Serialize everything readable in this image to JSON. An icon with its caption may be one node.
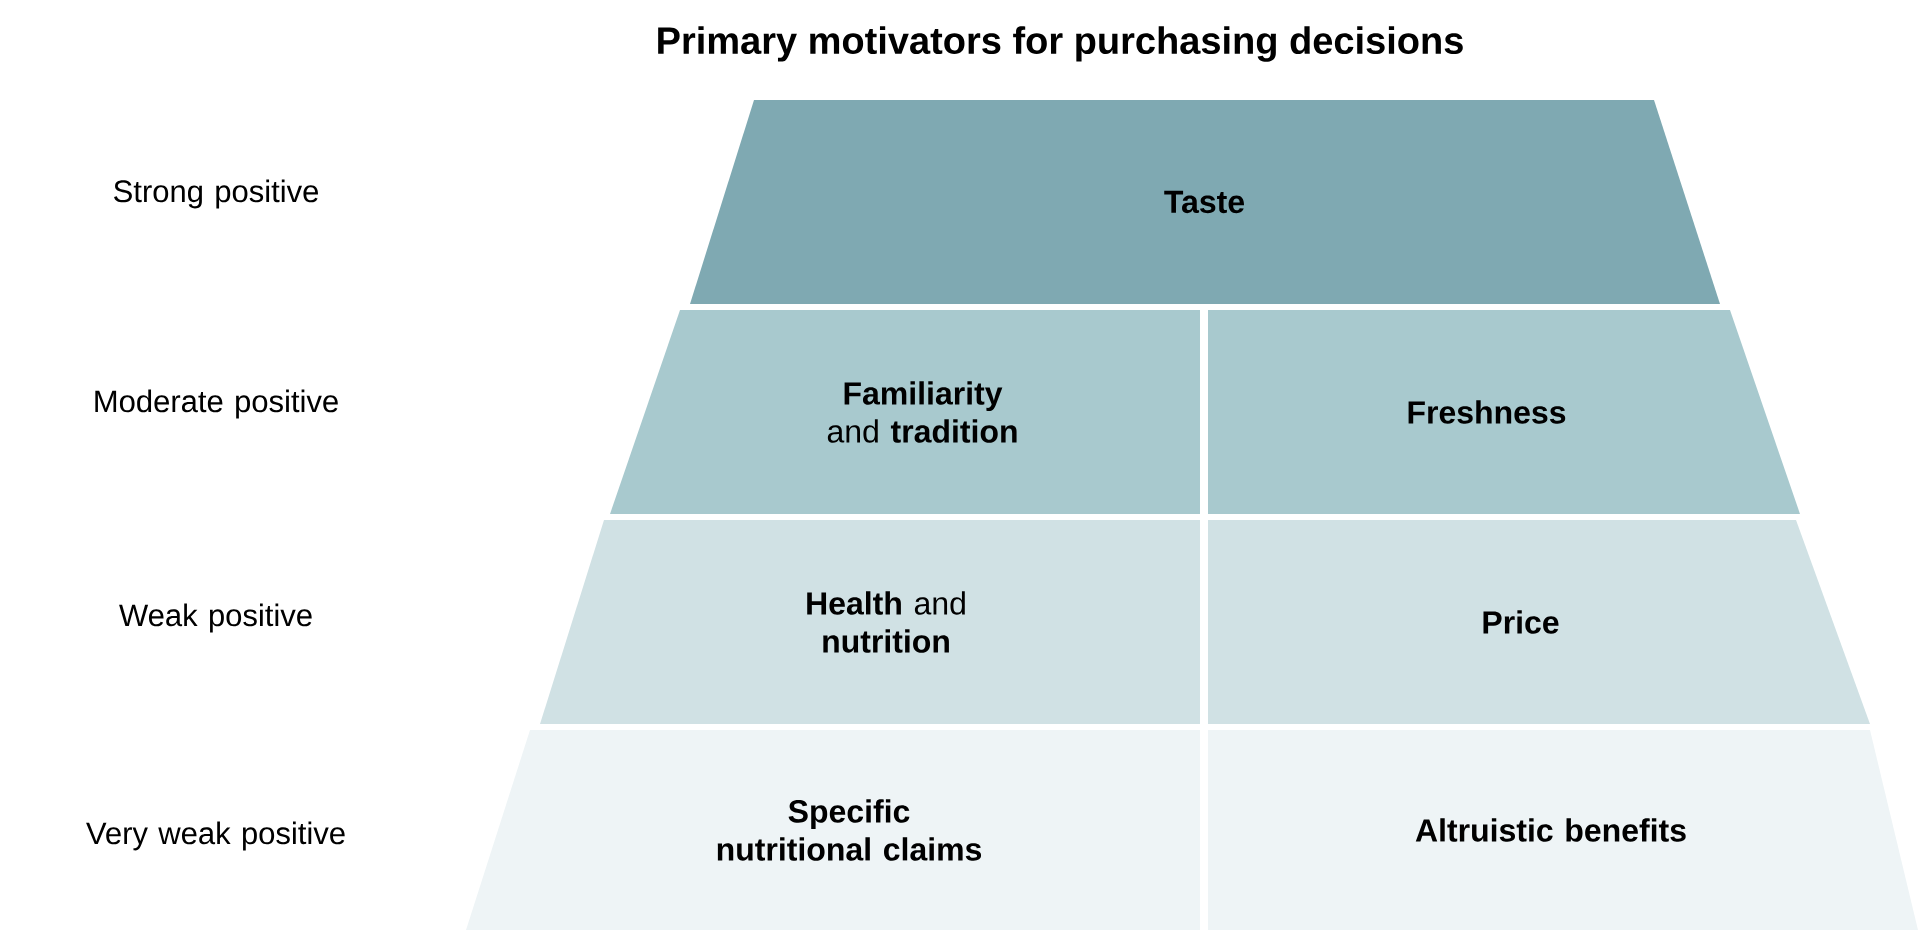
{
  "diagram": {
    "title": "Primary motivators for purchasing decisions",
    "nodes": [
      {
        "text": [
          "Taste"
        ]
      },
      {
        "text": [
          "**Familiarity** and **tradition**"
        ]
      },
      {
        "text": [
          "Freshness"
        ]
      },
      {
        "text": [
          "**Health** and **nutrition**"
        ]
      },
      {
        "text": [
          "Price"
        ]
      },
      {
        "text": [
          "Specific nutritional claims"
        ]
      },
      {
        "text": [
          "Altruistic benefits"
        ]
      }
    ],
    "labels": [
      "Strong positive",
      "Moderate positive",
      "Weak positive",
      "Very weak positive"
    ]
  }
}
